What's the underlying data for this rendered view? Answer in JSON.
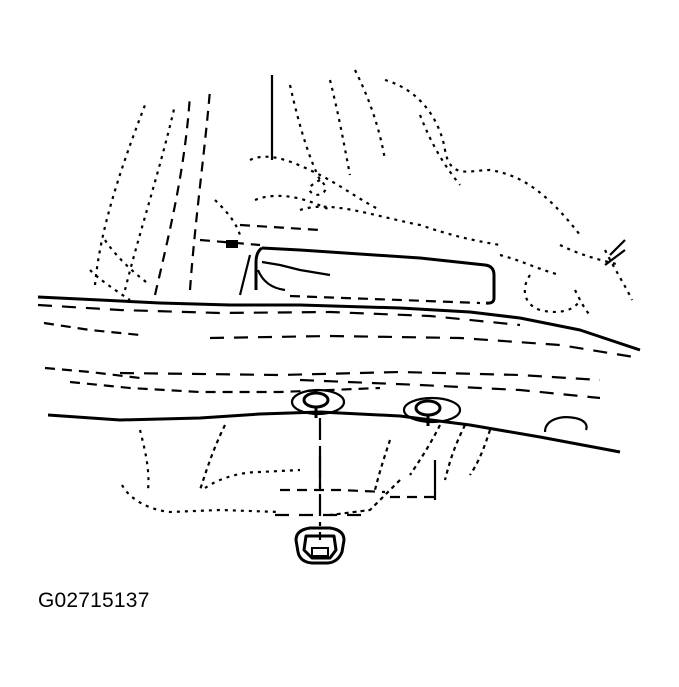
{
  "figure": {
    "id_label": "G02715137",
    "description": "Line drawing of a vehicle underbody crossmember with a rectangular module mounted above it and a nut/fastener shown below with an installation centerline",
    "components": [
      {
        "name": "module",
        "icon": "rectangular-module"
      },
      {
        "name": "crossmember",
        "icon": "frame-rail"
      },
      {
        "name": "upper-stud",
        "icon": "stud-mount"
      },
      {
        "name": "right-stud",
        "icon": "stud-mount"
      },
      {
        "name": "nut",
        "icon": "hex-flange-nut"
      }
    ],
    "colors": {
      "line": "#000000",
      "background": "#ffffff"
    }
  }
}
